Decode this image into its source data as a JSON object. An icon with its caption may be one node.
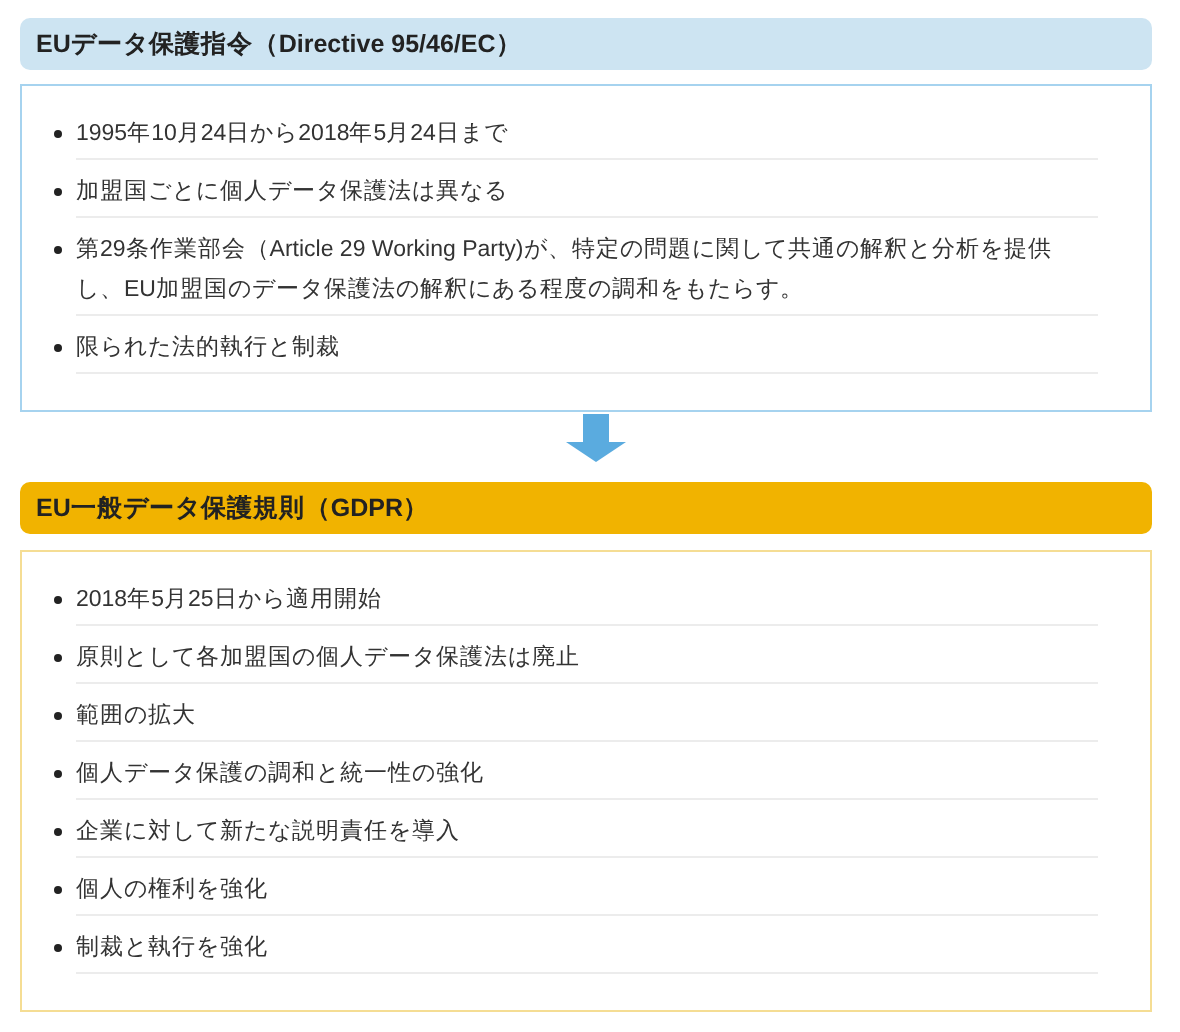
{
  "diagram": {
    "nodes": [
      {
        "text": [
          "EUデータ保護指令（Directive 95/46/EC）",
          "1995年10月24日から2018年5月24日まで",
          "加盟国ごとに個人データ保護法は異なる",
          "第29条作業部会（Article 29 Working Party)が、特定の問題に関して共通の解釈と分析を提供し、EU加盟国のデータ保護法の解釈にある程度の調和をもたらす。",
          "限られた法的執行と制裁"
        ]
      },
      {
        "text": [
          "EU一般データ保護規則（GDPR）",
          "2018年5月25日から適用開始",
          "原則として各加盟国の個人データ保護法は廃止",
          "範囲の拡大",
          "個人データ保護の調和と統一性の強化",
          "企業に対して新たな説明責任を導入",
          "個人の権利を強化",
          "制裁と執行を強化"
        ]
      }
    ],
    "edges": [
      {
        "from": 0,
        "to": 1,
        "arrow": "to"
      }
    ]
  }
}
